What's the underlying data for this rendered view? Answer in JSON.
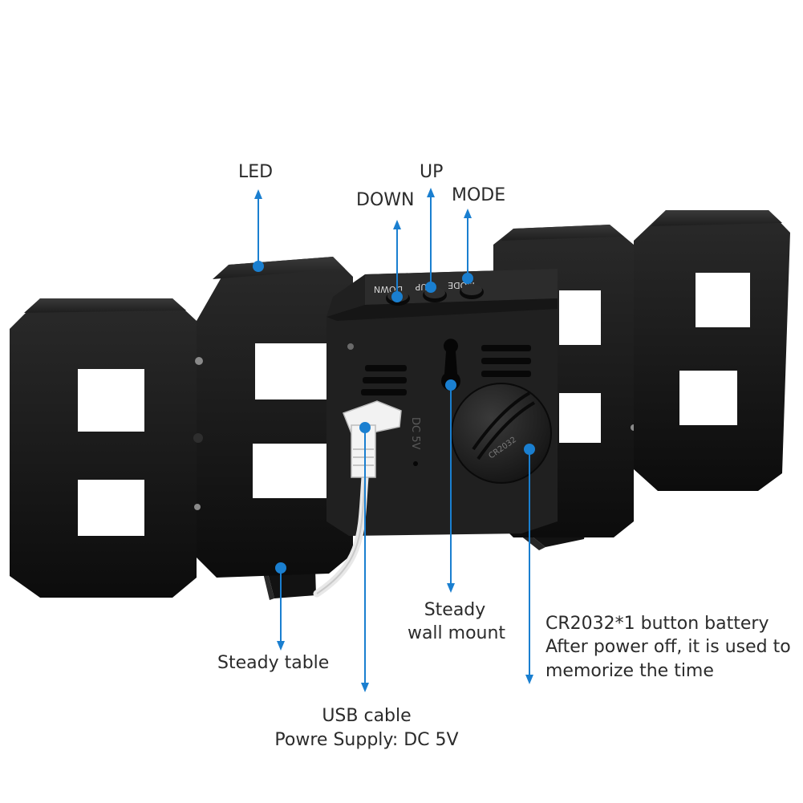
{
  "labels": {
    "led": "LED",
    "down": "DOWN",
    "up": "UP",
    "mode": "MODE",
    "steady_table": "Steady table",
    "usb_line1": "USB cable",
    "usb_line2": "Powre Supply: DC 5V",
    "wall_line1": "Steady",
    "wall_line2": "wall mount",
    "battery_line1": "CR2032*1 button battery",
    "battery_line2": "After power off, it is used to",
    "battery_line3": "memorize the time"
  },
  "device_markings": {
    "down": "DOWN",
    "up": "UP",
    "mode": "MODE",
    "battery": "CR2032",
    "port": "DC 5V"
  },
  "colors": {
    "accent": "#1a7fd0",
    "text": "#2b2b2b",
    "clock_body": "#161616",
    "background": "#ffffff"
  }
}
